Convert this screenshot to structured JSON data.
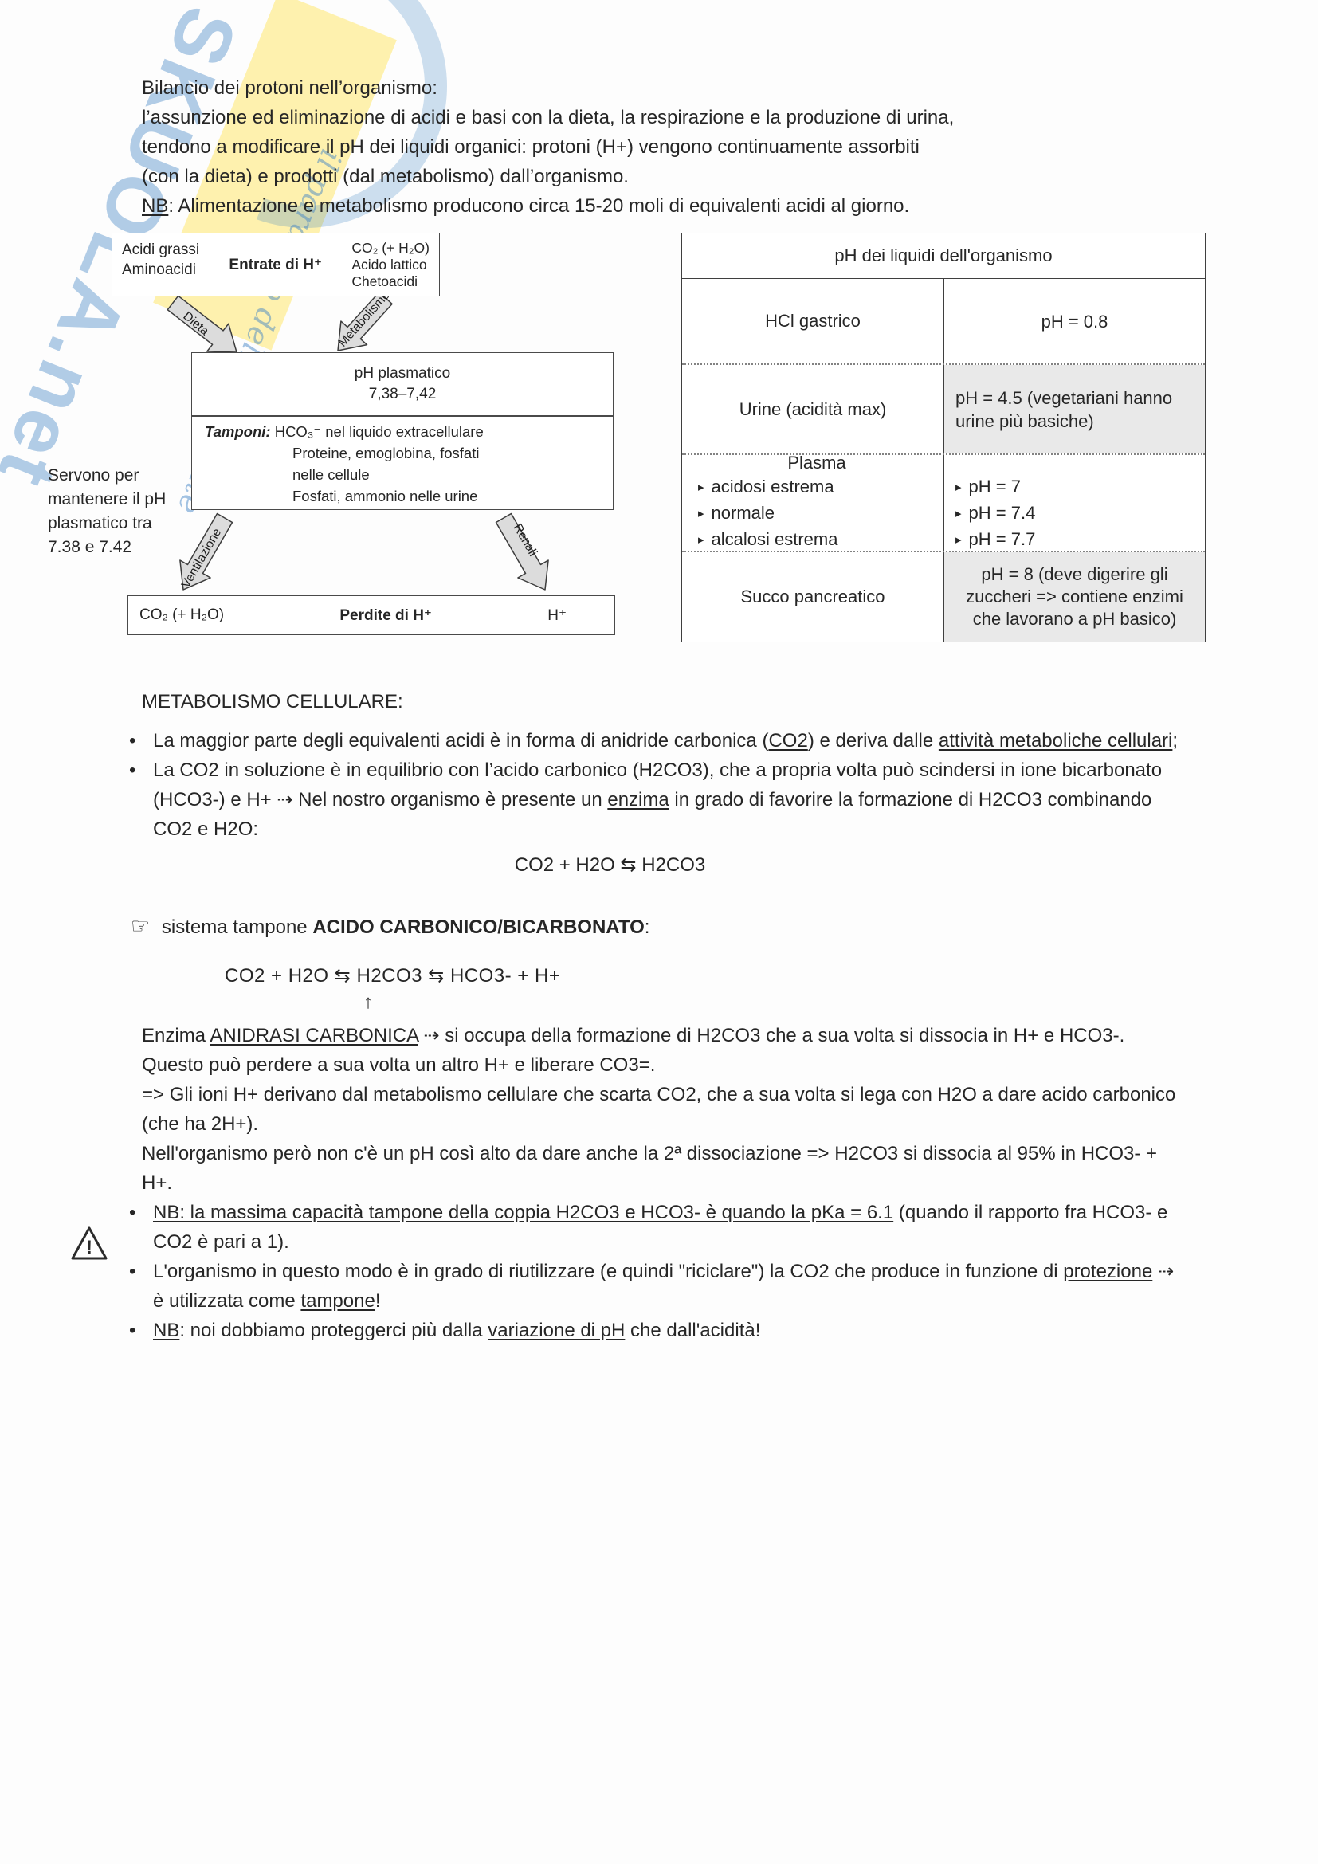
{
  "watermark": {
    "brand": "SKUOLA.net",
    "tagline": "il paradiso dello studente",
    "blue": "#3e82c4",
    "yellow": "#ffe76e"
  },
  "intro": {
    "lines": [
      "Bilancio dei protoni nell’organismo:",
      "l’assunzione ed eliminazione di acidi e basi con la dieta, la respirazione e la produzione di urina,",
      "tendono a modificare il pH dei liquidi organici: protoni (H+) vengono continuamente  assorbiti",
      "(con la dieta) e prodotti (dal metabolismo) dall’organismo."
    ],
    "nb_label": "NB",
    "nb_rest": ": Alimentazione e metabolismo producono circa 15-20 moli di equivalenti acidi al giorno."
  },
  "diagram": {
    "inputs_left": [
      "Acidi grassi",
      "Aminoacidi"
    ],
    "inputs_title": "Entrate di H⁺",
    "inputs_right": [
      "CO₂  (+ H₂O)",
      "Acido lattico",
      "Chetoacidi"
    ],
    "arrow_dieta": "Dieta",
    "arrow_metabolismo": "Metabolismo",
    "plasma_line1": "pH plasmatico",
    "plasma_line2": "7,38–7,42",
    "tamponi_label": "Tamponi:",
    "tamponi_line1": " HCO₃⁻ nel liquido extracellulare",
    "tamponi_lines": [
      "Proteine, emoglobina, fosfati",
      "nelle cellule",
      "Fosfati, ammonio nelle urine"
    ],
    "arrow_ventilazione": "Ventilazione",
    "arrow_renali": "Renali",
    "outputs_left": "CO₂  (+ H₂O)",
    "outputs_title": "Perdite di H⁺",
    "outputs_right": "H⁺",
    "side_note": "Servono per mantenere il pH plasmatico tra 7.38 e 7.42"
  },
  "table": {
    "title": "pH dei liquidi dell'organismo",
    "row1": {
      "left": "HCl gastrico",
      "right": "pH = 0.8"
    },
    "row2": {
      "left": "Urine (acidità max)",
      "right": "pH = 4.5 (vegetariani hanno urine più basiche)"
    },
    "row3": {
      "left_title": "Plasma",
      "bullet": "▸",
      "left_items": [
        "acidosi estrema",
        "normale",
        "alcalosi estrema"
      ],
      "right_items": [
        "pH = 7",
        "pH = 7.4",
        "pH = 7.7"
      ]
    },
    "row4": {
      "left": "Succo pancreatico",
      "right": "pH = 8 (deve digerire gli zuccheri => contiene enzimi che lavorano a pH basico)"
    }
  },
  "body": {
    "heading": "METABOLISMO CELLULARE:",
    "b1_s0": "La maggior parte degli equivalenti acidi è in forma di anidride carbonica (",
    "b1_u1": "CO2",
    "b1_s2": ") e deriva dalle ",
    "b1_u3": "attività metaboliche cellulari",
    "b1_s4": ";",
    "b2_s0": "La CO2 in soluzione è in equilibrio con l’acido carbonico (H2CO3), che a propria volta può scindersi in ione bicarbonato (HCO3-) e H+ ⇢ Nel nostro organismo è presente un ",
    "b2_u1": "enzima",
    "b2_s2": " in grado di favorire la formazione di H2CO3 combinando CO2 e H2O:",
    "eq1": "CO2 + H2O ⇆ H2CO3",
    "hand": "☞",
    "pointer_s0": " sistema tampone ",
    "pointer_b1": "ACIDO CARBONICO/BICARBONATO",
    "pointer_s2": ":",
    "eq2": "CO2 + H2O  ⇆  H2CO3  ⇆  HCO3- + H+",
    "eq2_arrow": "↑",
    "p1_s0": "Enzima ",
    "p1_u1": "ANIDRASI CARBONICA",
    "p1_s2": " ⇢ si occupa della formazione di H2CO3 che a sua volta si dissocia in H+ e HCO3-. Questo può perdere a sua volta un altro H+ e liberare CO3=.",
    "p2": "=> Gli ioni H+ derivano dal metabolismo cellulare che scarta CO2, che a sua volta si lega con H2O a dare acido carbonico (che ha 2H+).",
    "p3": "Nell'organismo però non c'è un pH così alto da dare anche la 2ª dissociazione => H2CO3 si dissocia al 95% in HCO3- + H+.",
    "nb1_u0": "NB: la massima capacità tampone della coppia H2CO3 e HCO3- è quando la pKa = 6.1",
    "nb1_s1": " (quando il rapporto fra HCO3- e CO2 è pari a 1).",
    "nb2_s0": "L'organismo in questo modo è in grado di riutilizzare (e quindi \"riciclare\") la CO2 che produce in funzione di ",
    "nb2_u1": "protezione",
    "nb2_s2": " ⇢ è utilizzata come ",
    "nb2_u3": "tampone",
    "nb2_s4": "!",
    "nb3_u0": "NB",
    "nb3_s1": ": noi dobbiamo proteggerci più dalla ",
    "nb3_u2": "variazione di pH",
    "nb3_s3": " che dall'acidità!"
  }
}
